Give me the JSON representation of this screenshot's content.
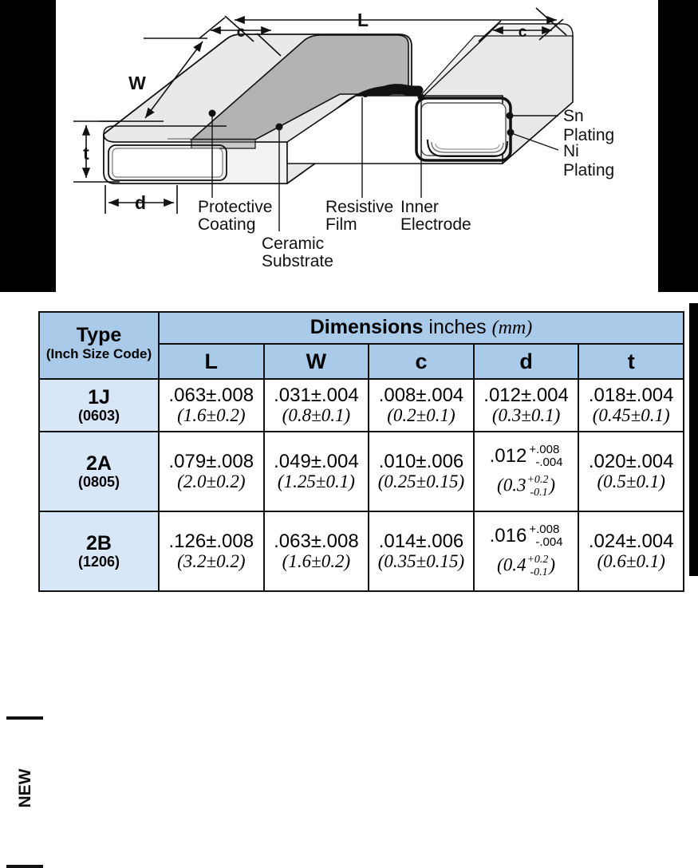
{
  "diagram": {
    "dimension_labels": {
      "length": "L",
      "width": "W",
      "thickness": "t",
      "end_margin": "d",
      "cap_left": "c",
      "cap_right": "c"
    },
    "callouts": [
      {
        "name": "sn-plating",
        "line1": "Sn",
        "line2": "Plating"
      },
      {
        "name": "ni-plating",
        "line1": "Ni",
        "line2": "Plating"
      },
      {
        "name": "protective-coating",
        "line1": "Protective",
        "line2": "Coating"
      },
      {
        "name": "ceramic-substrate",
        "line1": "Ceramic",
        "line2": "Substrate"
      },
      {
        "name": "resistive-film",
        "line1": "Resistive",
        "line2": "Film"
      },
      {
        "name": "inner-electrode",
        "line1": "Inner",
        "line2": "Electrode"
      }
    ],
    "colors": {
      "top_coating": "#b3b3b3",
      "body_light": "#e8e8e8",
      "body_mid": "#d0d0d0",
      "outline": "#1a1a1a",
      "resistive_film": "#1a1a1a"
    }
  },
  "table": {
    "side_label": "NEW",
    "header": {
      "type_title": "Type",
      "type_subtitle": "(Inch Size Code)",
      "dims_bold": "Dimensions",
      "dims_regular": "inches",
      "dims_italic": "(mm)",
      "columns": [
        "L",
        "W",
        "c",
        "d",
        "t"
      ]
    },
    "colors": {
      "header_blue": "#a9cae9",
      "type_cell_blue": "#d8e7f7",
      "border": "#111111",
      "value_bg": "#ffffff"
    },
    "rows": [
      {
        "type": "1J",
        "code": "(0603)",
        "is_new": false,
        "L": {
          "inch": ".063±.008",
          "mm": "(1.6±0.2)"
        },
        "W": {
          "inch": ".031±.004",
          "mm": "(0.8±0.1)"
        },
        "c": {
          "inch": ".008±.004",
          "mm": "(0.2±0.1)"
        },
        "d": {
          "inch": ".012±.004",
          "mm": "(0.3±0.1)"
        },
        "t": {
          "inch": ".018±.004",
          "mm": "(0.45±0.1)"
        }
      },
      {
        "type": "2A",
        "code": "(0805)",
        "is_new": true,
        "L": {
          "inch": ".079±.008",
          "mm": "(2.0±0.2)"
        },
        "W": {
          "inch": ".049±.004",
          "mm": "(1.25±0.1)"
        },
        "c": {
          "inch": ".010±.006",
          "mm": "(0.25±0.15)"
        },
        "d": {
          "asymmetric": true,
          "inch_base": ".012",
          "inch_plus": "+.008",
          "inch_minus": "-.004",
          "mm_open": "(0.3",
          "mm_plus": "+0.2",
          "mm_minus": "-0.1",
          "mm_close": ")"
        },
        "t": {
          "inch": ".020±.004",
          "mm": "(0.5±0.1)"
        }
      },
      {
        "type": "2B",
        "code": "(1206)",
        "is_new": true,
        "L": {
          "inch": ".126±.008",
          "mm": "(3.2±0.2)"
        },
        "W": {
          "inch": ".063±.008",
          "mm": "(1.6±0.2)"
        },
        "c": {
          "inch": ".014±.006",
          "mm": "(0.35±0.15)"
        },
        "d": {
          "asymmetric": true,
          "inch_base": ".016",
          "inch_plus": "+.008",
          "inch_minus": "-.004",
          "mm_open": "(0.4",
          "mm_plus": "+0.2",
          "mm_minus": "-0.1",
          "mm_close": ")"
        },
        "t": {
          "inch": ".024±.004",
          "mm": "(0.6±0.1)"
        }
      }
    ]
  }
}
